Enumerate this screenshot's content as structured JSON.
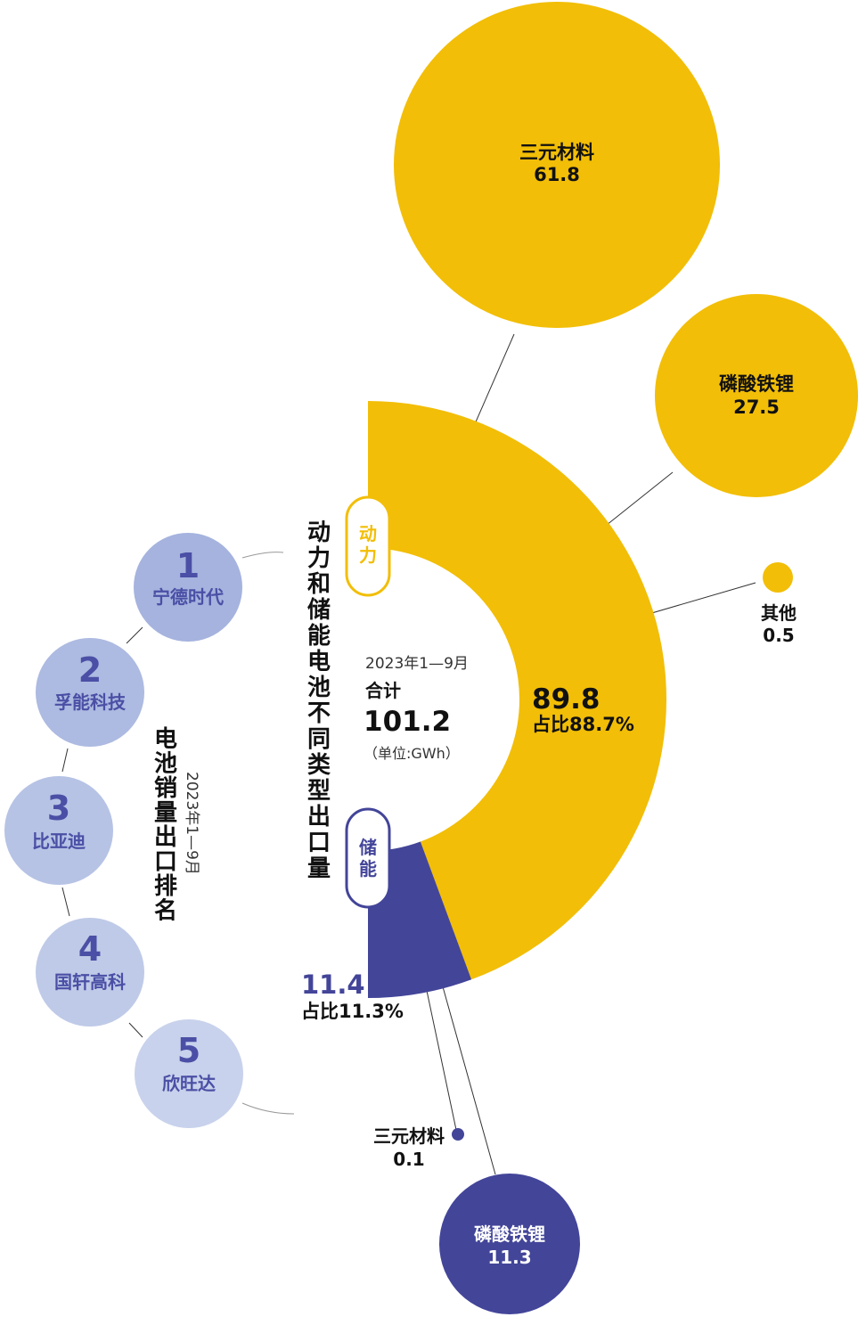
{
  "colors": {
    "power": "#F2BE07",
    "storage": "#434599",
    "rank_1": "#A5B3DE",
    "rank_2": "#ADBAE1",
    "rank_3": "#B6C3E5",
    "rank_4": "#BFCAE8",
    "rank_5": "#C8D2EC",
    "rank_text": "#4B4FA5"
  },
  "chart_data": [
    {
      "type": "pie",
      "title": "动力和储能电池不同类型出口量",
      "period": "2023年1—9月",
      "total_label": "合计",
      "total_value": 101.2,
      "unit": "（单位:GWh）",
      "slices": [
        {
          "name": "动力",
          "value": 89.8,
          "share_label": "占比88.7%"
        },
        {
          "name": "储能",
          "value": 11.4,
          "share_label": "占比11.3%"
        }
      ],
      "breakdown": {
        "动力": [
          {
            "name": "三元材料",
            "value": 61.8
          },
          {
            "name": "磷酸铁锂",
            "value": 27.5
          },
          {
            "name": "其他",
            "value": 0.5
          }
        ],
        "储能": [
          {
            "name": "三元材料",
            "value": 0.1
          },
          {
            "name": "磷酸铁锂",
            "value": 11.3
          }
        ]
      }
    },
    {
      "type": "table",
      "title": "电池销量出口排名",
      "period": "2023年1—9月",
      "ranks": [
        {
          "rank": "1",
          "name": "宁德时代"
        },
        {
          "rank": "2",
          "name": "孚能科技"
        },
        {
          "rank": "3",
          "name": "比亚迪"
        },
        {
          "rank": "4",
          "name": "国轩高科"
        },
        {
          "rank": "5",
          "name": "欣旺达"
        }
      ]
    }
  ]
}
